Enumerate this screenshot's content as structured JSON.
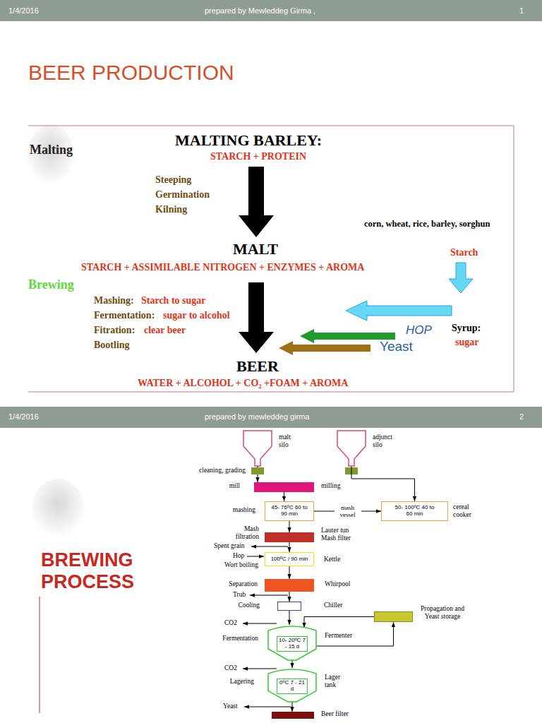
{
  "diagram": {
    "title": "BEER PRODUCTION",
    "nodes": [
      {
        "text": [
          "malt silo"
        ]
      },
      {
        "text": [
          "adjunct silo"
        ]
      },
      {
        "text": [
          "cleaning, grading"
        ]
      },
      {
        "text": [
          "mill",
          "milling"
        ]
      },
      {
        "text": [
          "mashing",
          "45- 76ºC 60 to 90 min"
        ]
      },
      {
        "text": [
          "50- 100ºC 40 to 60 min",
          "cereal cooker"
        ]
      },
      {
        "text": [
          "Mash filtration",
          "Lauter tun Mash filter"
        ]
      },
      {
        "text": [
          "Wort boiling",
          "100ºC / 90 min",
          "Kettle"
        ]
      },
      {
        "text": [
          "Separation",
          "Whirpool"
        ]
      },
      {
        "text": [
          "Cooling",
          "Chiller"
        ]
      },
      {
        "text": [
          "Propagation and Yeast storage"
        ]
      },
      {
        "text": [
          "Fermentation",
          "10- 20ºC 7 - 15 d",
          "Fermenter"
        ]
      },
      {
        "text": [
          "Lagering",
          "0ºC 7 - 21 d",
          "Lager tank"
        ]
      },
      {
        "text": [
          "Beer filter"
        ]
      }
    ],
    "edges": [
      {
        "from": 0,
        "to": 2,
        "arrow": "to"
      },
      {
        "from": 2,
        "to": 3,
        "arrow": "to"
      },
      {
        "from": 1,
        "to": 5,
        "arrow": "to"
      },
      {
        "from": 3,
        "to": 4,
        "arrow": "to"
      },
      {
        "from": 4,
        "to": 5,
        "label": "mash vessel",
        "arrow": "to"
      },
      {
        "from": 4,
        "to": 6,
        "arrow": "to"
      },
      {
        "from": 6,
        "to": 7,
        "arrow": "to"
      },
      {
        "from": 7,
        "to": 8,
        "arrow": "to"
      },
      {
        "from": 8,
        "to": 9,
        "arrow": "to"
      },
      {
        "from": 9,
        "to": 11,
        "arrow": "to"
      },
      {
        "from": 10,
        "to": 11,
        "arrow": "to"
      },
      {
        "from": 11,
        "to": 12,
        "arrow": "to"
      },
      {
        "from": 12,
        "to": 13,
        "arrow": "to"
      },
      {
        "from": 11,
        "to": 10,
        "arrow": "to"
      }
    ],
    "labels": [
      "1/4/2016",
      "prepared by Mewleddeg Girma ,",
      "1",
      "Malting",
      "MALTING BARLEY:",
      "STARCH + PROTEIN",
      "Steeping",
      "Germination",
      "Kilning",
      "corn, wheat, rice, barley, sorghun",
      "MALT",
      "Starch",
      "STARCH + ASSIMILABLE NITROGEN + ENZYMES + AROMA",
      "Brewing",
      "Mashing:",
      "Starch to sugar",
      "Fermentation:",
      "sugar to alcohol",
      "Fitration:",
      "clear beer",
      "Bootling",
      "HOP",
      "Syrup:",
      "sugar",
      "Yeast",
      "BEER",
      "WATER + ALCOHOL + CO₂ +FOAM + AROMA",
      "1/4/2016",
      "prepared by mewleddeg girma",
      "2",
      "BREWING PROCESS",
      "Spent grain",
      "Hop",
      "Trub",
      "CO2",
      "CO2",
      "Yeast"
    ]
  }
}
